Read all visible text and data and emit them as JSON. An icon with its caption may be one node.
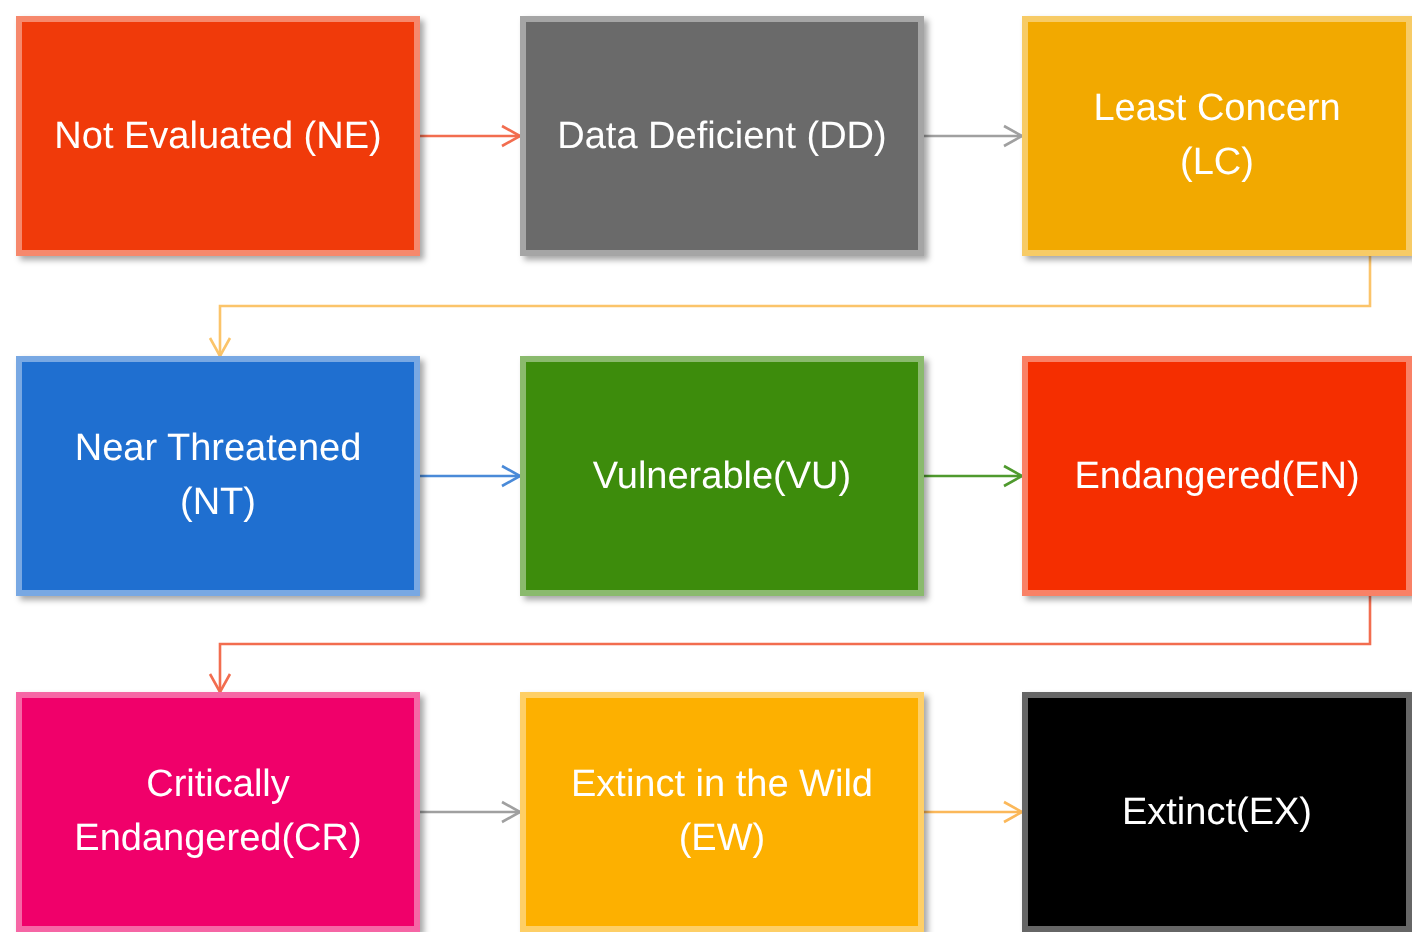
{
  "diagram": {
    "nodes": [
      {
        "text": [
          "Not Evaluated (NE)"
        ]
      },
      {
        "text": [
          "Data Deficient (DD)"
        ]
      },
      {
        "text": [
          "Least Concern (LC)"
        ]
      },
      {
        "text": [
          "Near Threatened (NT)"
        ]
      },
      {
        "text": [
          "Vulnerable(VU)"
        ]
      },
      {
        "text": [
          "Endangered(EN)"
        ]
      },
      {
        "text": [
          "Critically Endangered(CR)"
        ]
      },
      {
        "text": [
          "Extinct in the Wild (EW)"
        ]
      },
      {
        "text": [
          "Extinct(EX)"
        ]
      }
    ],
    "edges": [
      {
        "from": 0,
        "to": 1,
        "arrow": "to",
        "color": "#f26d4f"
      },
      {
        "from": 1,
        "to": 2,
        "arrow": "to",
        "color": "#a0a0a0"
      },
      {
        "from": 2,
        "to": 3,
        "arrow": "to",
        "color": "#fbc46a"
      },
      {
        "from": 3,
        "to": 4,
        "arrow": "to",
        "color": "#4a8ad8"
      },
      {
        "from": 4,
        "to": 5,
        "arrow": "to",
        "color": "#4f9a2e"
      },
      {
        "from": 5,
        "to": 6,
        "arrow": "to",
        "color": "#f26d4f"
      },
      {
        "from": 6,
        "to": 7,
        "arrow": "to",
        "color": "#a0a0a0"
      },
      {
        "from": 7,
        "to": 8,
        "arrow": "to",
        "color": "#fbb85a"
      }
    ]
  }
}
